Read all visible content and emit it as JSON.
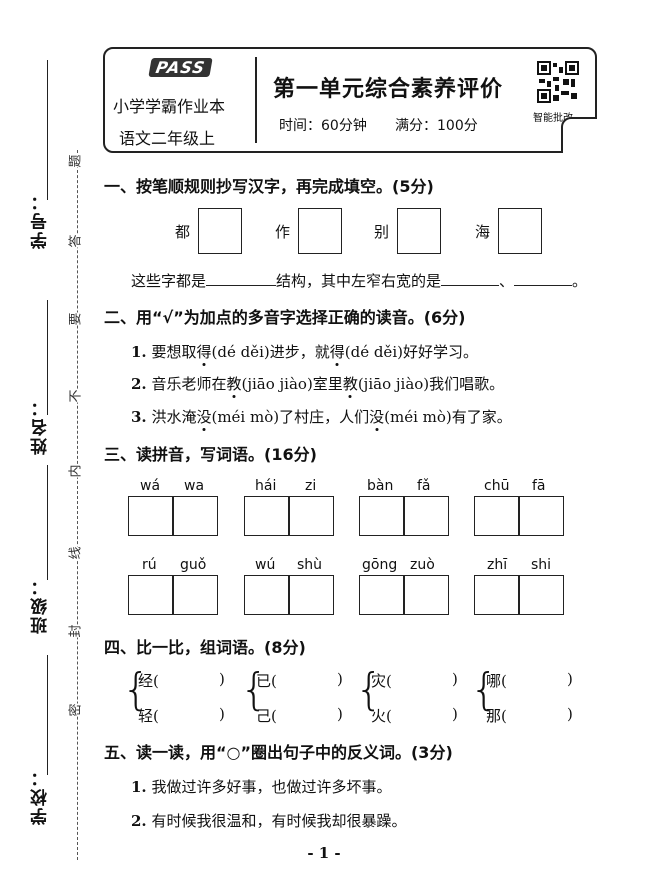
{
  "binding": {
    "student_id_label": "学号：",
    "name_label": "姓名：",
    "class_label": "班级：",
    "school_label": "学校：",
    "seal_chars": [
      "题",
      "答",
      "要",
      "不",
      "内",
      "线",
      "封",
      "密"
    ]
  },
  "header": {
    "logo": "PASS",
    "brand": "小学学霸作业本",
    "grade": "语文二年级上",
    "title": "第一单元综合素养评价",
    "time": "时间：60分钟",
    "score": "满分：100分",
    "qr_label": "智能批改"
  },
  "sections": [
    {
      "heading": "一、按笔顺规则抄写汉字，再完成填空。(5分)"
    },
    {
      "heading": "二、用“√”为加点的多音字选择正确的读音。(6分)"
    },
    {
      "heading": "三、读拼音，写词语。(16分)"
    },
    {
      "heading": "四、比一比，组词语。(8分)"
    },
    {
      "heading": "五、读一读，用“○”圈出句子中的反义词。(3分)"
    }
  ],
  "q1": {
    "chars": [
      "都",
      "作",
      "别",
      "海"
    ],
    "fill_a": "这些字都是",
    "fill_b": "结构，其中左窄右宽的是",
    "fill_sep": "、",
    "fill_end": "。"
  },
  "q2": [
    {
      "num": "1.",
      "a": "要想取",
      "dot1": "得",
      "b": "(dé  děi)进步，就",
      "dot2": "得",
      "c": "(dé  děi)好好学习。"
    },
    {
      "num": "2.",
      "a": "音乐老师在",
      "dot1": "教",
      "b": "(jiāo  jiào)室里",
      "dot2": "教",
      "c": "(jiāo  jiào)我们唱歌。"
    },
    {
      "num": "3.",
      "a": "洪水淹",
      "dot1": "没",
      "b": "(méi  mò)了村庄，人们",
      "dot2": "没",
      "c": "(méi  mò)有了家。"
    }
  ],
  "q3": [
    [
      "wá",
      "wa"
    ],
    [
      "hái",
      "zi"
    ],
    [
      "bàn",
      "fǎ"
    ],
    [
      "chū",
      "fā"
    ],
    [
      "rú",
      "guǒ"
    ],
    [
      "wú",
      "shù"
    ],
    [
      "gōng",
      "zuò"
    ],
    [
      "zhī",
      "shi"
    ]
  ],
  "q4": [
    [
      "经(",
      "轻("
    ],
    [
      "已(",
      "己("
    ],
    [
      "灾(",
      "火("
    ],
    [
      "哪(",
      "那("
    ]
  ],
  "q4_close": ")",
  "q5": [
    {
      "num": "1.",
      "text": "我做过许多好事，也做过许多坏事。"
    },
    {
      "num": "2.",
      "text": "有时候我很温和，有时候我却很暴躁。"
    }
  ],
  "page_number": "- 1 -"
}
